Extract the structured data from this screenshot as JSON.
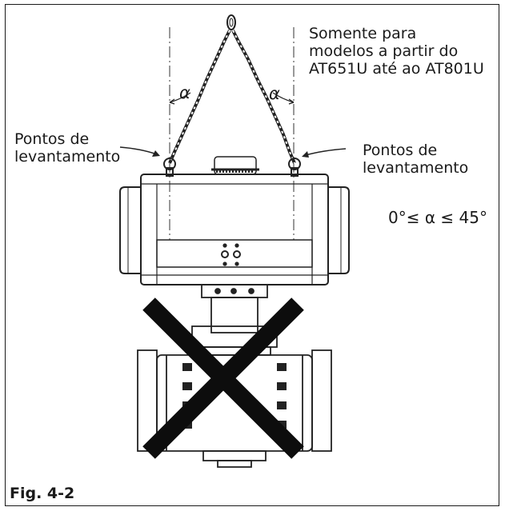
{
  "note": {
    "line1": "Somente para",
    "line2": "modelos a partir do",
    "line3": "AT651U até ao AT801U"
  },
  "lifting_points_left": {
    "line1": "Pontos de",
    "line2": "levantamento"
  },
  "lifting_points_right": {
    "line1": "Pontos de",
    "line2": "levantamento"
  },
  "angle_symbol": "α",
  "angle_range": "0°≤ α ≤ 45°",
  "caption": "Fig. 4-2"
}
